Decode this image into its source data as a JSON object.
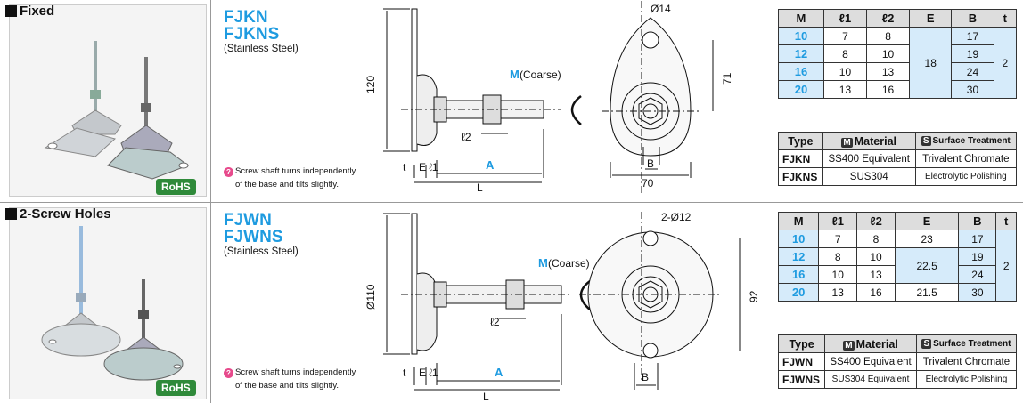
{
  "sections": [
    {
      "title": "Fixed",
      "rohs": "RoHS",
      "models": [
        "FJKN",
        "FJKNS"
      ],
      "material_sub": "(Stainless Steel)",
      "note_line1": "Screw shaft turns independently",
      "note_line2": "of the base and tilts slightly.",
      "note_icon": "?",
      "drawing": {
        "dia": "Ø14",
        "height": "120",
        "thread": "M",
        "thread_sub": "(Coarse)",
        "side": "71",
        "width": "70",
        "b": "B",
        "t": "t",
        "e": "E",
        "l1": "ℓ1",
        "l2": "ℓ2",
        "a": "A",
        "l": "L"
      },
      "spec_headers": [
        "M",
        "ℓ1",
        "ℓ2",
        "E",
        "B",
        "t"
      ],
      "spec_rows": [
        {
          "m": "10",
          "l1": "7",
          "l2": "8",
          "b": "17"
        },
        {
          "m": "12",
          "l1": "8",
          "l2": "10",
          "b": "19"
        },
        {
          "m": "16",
          "l1": "10",
          "l2": "13",
          "b": "24"
        },
        {
          "m": "20",
          "l1": "13",
          "l2": "16",
          "b": "30"
        }
      ],
      "spec_e_merged": "18",
      "spec_t_merged": "2",
      "mat_headers": {
        "type": "Type",
        "material_badge": "M",
        "material": "Material",
        "surface_badge": "S",
        "surface": "Surface Treatment"
      },
      "mat_rows": [
        {
          "type": "FJKN",
          "material": "SS400 Equivalent",
          "surface": "Trivalent Chromate"
        },
        {
          "type": "FJKNS",
          "material": "SUS304",
          "surface": "Electrolytic Polishing"
        }
      ]
    },
    {
      "title": "2-Screw Holes",
      "rohs": "RoHS",
      "models": [
        "FJWN",
        "FJWNS"
      ],
      "material_sub": "(Stainless Steel)",
      "note_line1": "Screw shaft turns independently",
      "note_line2": "of the base and tilts slightly.",
      "note_icon": "?",
      "drawing": {
        "dia": "2-Ø12",
        "height": "Ø110",
        "thread": "M",
        "thread_sub": "(Coarse)",
        "side": "92",
        "b": "B",
        "t": "t",
        "e": "E",
        "l1": "ℓ1",
        "l2": "ℓ2",
        "a": "A",
        "l": "L"
      },
      "spec_headers": [
        "M",
        "ℓ1",
        "ℓ2",
        "E",
        "B",
        "t"
      ],
      "spec_rows": [
        {
          "m": "10",
          "l1": "7",
          "l2": "8",
          "e": "23",
          "b": "17"
        },
        {
          "m": "12",
          "l1": "8",
          "l2": "10",
          "b": "19"
        },
        {
          "m": "16",
          "l1": "10",
          "l2": "13",
          "b": "24"
        },
        {
          "m": "20",
          "l1": "13",
          "l2": "16",
          "e": "21.5",
          "b": "30"
        }
      ],
      "spec_e_merged": "22.5",
      "spec_t_merged": "2",
      "mat_headers": {
        "type": "Type",
        "material_badge": "M",
        "material": "Material",
        "surface_badge": "S",
        "surface": "Surface Treatment"
      },
      "mat_rows": [
        {
          "type": "FJWN",
          "material": "SS400 Equivalent",
          "surface": "Trivalent Chromate"
        },
        {
          "type": "FJWNS",
          "material": "SUS304 Equivalent",
          "surface": "Electrolytic Polishing"
        }
      ]
    }
  ]
}
